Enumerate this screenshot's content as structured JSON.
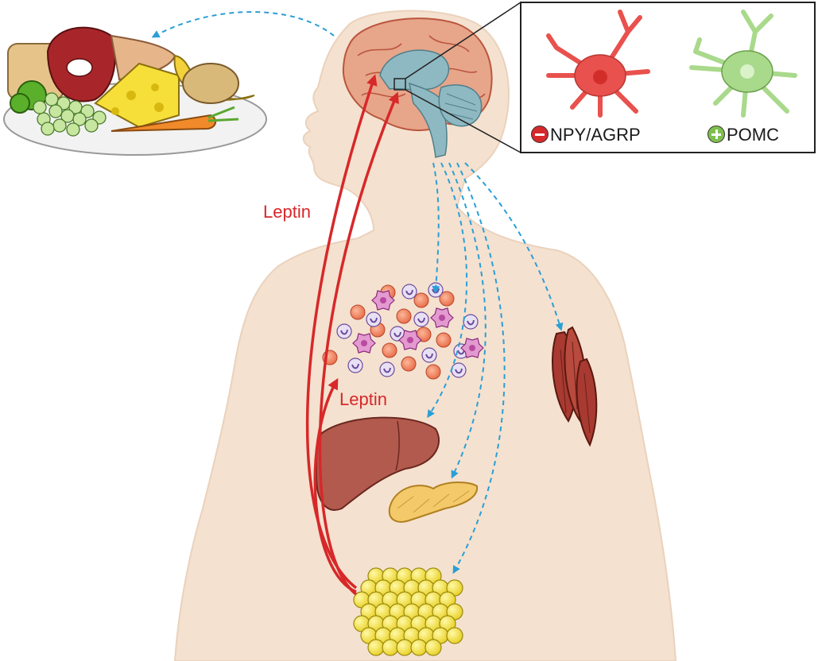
{
  "labels": {
    "leptin_brain": "Leptin",
    "leptin_immune": "Leptin",
    "neuron_inhibited": "NPY/AGRP",
    "neuron_activated": "POMC"
  },
  "neurons": [
    {
      "name": "NPY/AGRP",
      "effect": "inhibited",
      "color": "#e8514d"
    },
    {
      "name": "POMC",
      "effect": "activated",
      "color": "#a9d98b"
    }
  ],
  "colors": {
    "leptin_arrow": "#d7282a",
    "signal_arrow": "#2a9fd6",
    "skin": "#f5e1cf",
    "adipose": "#f0e040",
    "liver": "#b25a4d",
    "pancreas": "#f4c96a",
    "muscle": "#a83a31"
  },
  "icons": [
    "food-plate-icon",
    "brain-icon",
    "immune-cells-icon",
    "liver-icon",
    "pancreas-icon",
    "muscle-icon",
    "adipose-tissue-icon"
  ]
}
